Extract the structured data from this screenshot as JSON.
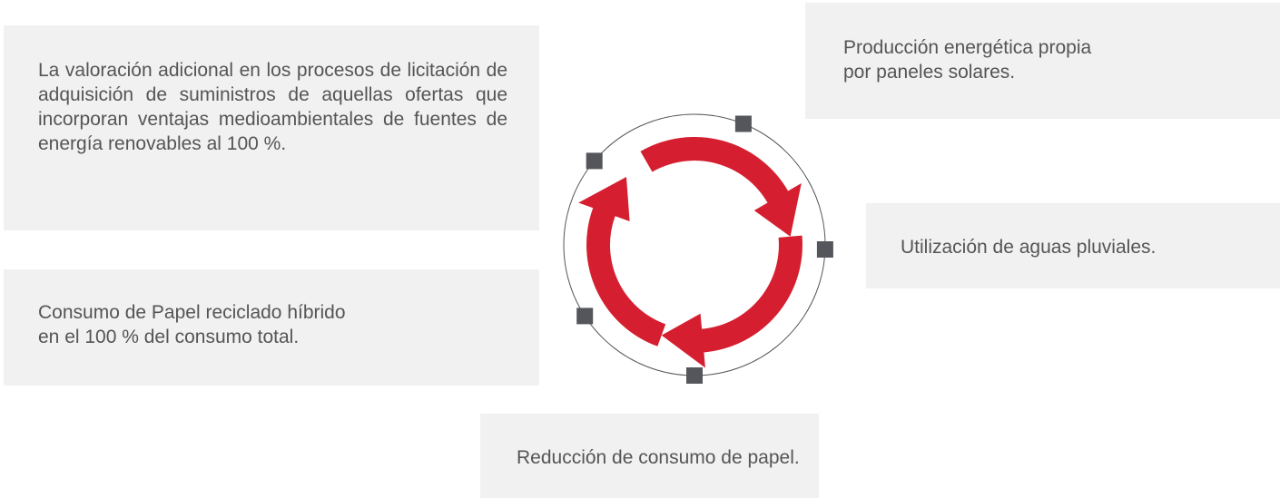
{
  "boxes": {
    "left_top": {
      "text": "La valoración adicional en los procesos de licitación de adquisición de suministros de aquellas ofertas que incorporan ventajas medioambientales de fuentes de energía renovables al 100 %."
    },
    "left_bottom": {
      "line1": "Consumo de Papel reciclado híbrido",
      "line2": "en el 100 % del consumo total."
    },
    "top_right": {
      "line1": "Producción energética propia",
      "line2": "por paneles solares."
    },
    "right": {
      "text": "Utilización de aguas pluviales."
    },
    "bottom": {
      "text": "Reducción de consumo de papel."
    }
  },
  "colors": {
    "arrow": "#d51f30",
    "marker": "#54565b",
    "box_background": "#f1f1f1",
    "text": "#555555",
    "ring": "#555555"
  },
  "icons": [
    "recycle-cycle-arrows-icon",
    "square-marker-icon"
  ]
}
